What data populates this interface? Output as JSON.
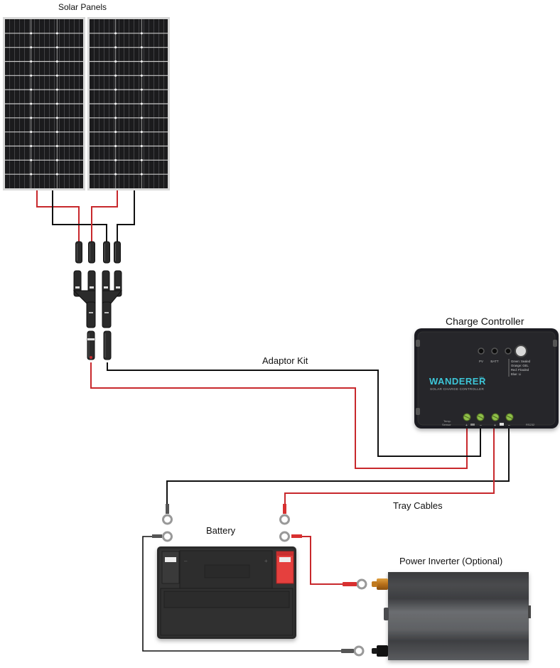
{
  "title": "Solar Panel Wiring Diagram",
  "labels": {
    "solar_panels": "Solar Panels",
    "charge_controller": "Charge Controller",
    "adaptor_kit": "Adaptor Kit",
    "tray_cables": "Tray Cables",
    "battery": "Battery",
    "power_inverter": "Power Inverter (Optional)"
  },
  "controller": {
    "brand": "WANDERER",
    "trademark": "TM",
    "subtitle": "SOLAR CHARGE CONTROLLER",
    "led_pv": "PV",
    "led_batt": "BATT",
    "legend_lines": [
      "Green: Sealed",
      "Orange: GEL",
      "Red: Flooded",
      "Blue: Li"
    ],
    "temp_sensor_line1": "Temp.",
    "temp_sensor_line2": "Sensor",
    "port_label": "RS232",
    "terminal_signs": [
      "+",
      "–",
      "+",
      "–"
    ]
  },
  "battery": {
    "negative_sign": "–",
    "positive_sign": "+"
  },
  "colors": {
    "positive_wire": "#c8282c",
    "negative_wire": "#111111",
    "panel_cell": "#1c1c1e",
    "controller_body": "#1e1f22",
    "controller_brand": "#3ec6d8",
    "terminal_green": "#8fbf4a",
    "battery_body": "#2e2e2e",
    "battery_positive_cap": "#e5403e",
    "inverter_body": "#55575a"
  }
}
